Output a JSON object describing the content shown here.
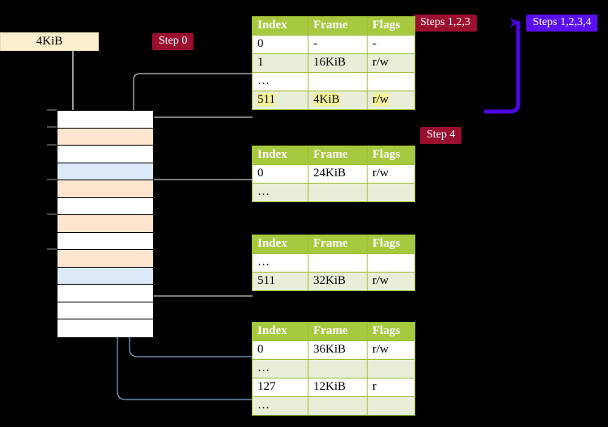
{
  "diagram": {
    "title_hidden": "",
    "memory": {
      "name": "physical-memory-column",
      "size_label": "4KiB",
      "rows": [
        {
          "fill": "white"
        },
        {
          "fill": "peach"
        },
        {
          "fill": "white"
        },
        {
          "fill": "blue"
        },
        {
          "fill": "peach"
        },
        {
          "fill": "white"
        },
        {
          "fill": "peach"
        },
        {
          "fill": "white"
        },
        {
          "fill": "peach"
        },
        {
          "fill": "blue"
        },
        {
          "fill": "white"
        },
        {
          "fill": "white"
        },
        {
          "fill": "white"
        }
      ]
    },
    "badges": [
      {
        "id": "step0",
        "label": "Step 0",
        "color": "#9b0f2e"
      },
      {
        "id": "steps123",
        "label": "Steps 1,2,3",
        "color": "#9b0f2e"
      },
      {
        "id": "steps1234",
        "label": "Steps 1,2,3,4",
        "color": "#5b0ff0"
      },
      {
        "id": "step4",
        "label": "Step 4",
        "color": "#9b0f2e"
      }
    ],
    "table_headers": [
      "Index",
      "Frame",
      "Flags"
    ],
    "tables": [
      {
        "id": "table-1",
        "rows": [
          {
            "index": "0",
            "frame": "-",
            "flags": "-",
            "alt": false,
            "highlight": false
          },
          {
            "index": "1",
            "frame": "16KiB",
            "flags": "r/w",
            "alt": true,
            "highlight": false
          },
          {
            "index": "…",
            "frame": "",
            "flags": "",
            "alt": false,
            "highlight": false
          },
          {
            "index": "511",
            "frame": "4KiB",
            "flags": "r/w",
            "alt": true,
            "highlight": true
          }
        ]
      },
      {
        "id": "table-2",
        "rows": [
          {
            "index": "0",
            "frame": "24KiB",
            "flags": "r/w",
            "alt": false,
            "highlight": false
          },
          {
            "index": "…",
            "frame": "",
            "flags": "",
            "alt": true,
            "highlight": false
          }
        ]
      },
      {
        "id": "table-3",
        "rows": [
          {
            "index": "…",
            "frame": "",
            "flags": "",
            "alt": false,
            "highlight": false
          },
          {
            "index": "511",
            "frame": "32KiB",
            "flags": "r/w",
            "alt": true,
            "highlight": false
          }
        ]
      },
      {
        "id": "table-4",
        "rows": [
          {
            "index": "0",
            "frame": "36KiB",
            "flags": "r/w",
            "alt": false,
            "highlight": false
          },
          {
            "index": "…",
            "frame": "",
            "flags": "",
            "alt": true,
            "highlight": false
          },
          {
            "index": "127",
            "frame": "12KiB",
            "flags": "r",
            "alt": false,
            "highlight": false
          },
          {
            "index": "…",
            "frame": "",
            "flags": "",
            "alt": true,
            "highlight": false
          }
        ]
      }
    ],
    "colors": {
      "header_green": "#a6c93f",
      "row_alt": "#e8eed8",
      "highlight_yellow": "#f5f59a",
      "mem_peach": "#fde5d0",
      "mem_blue": "#dce9f8",
      "badge_red": "#9b0f2e",
      "badge_violet": "#5b0ff0",
      "label_cream": "#fdeecd",
      "wire_gray": "#b0b0b0",
      "wire_blue": "#7da7d2",
      "arrow_gray": "#b8b8b8",
      "arrow_blue": "#4e74a8",
      "background": "#000000"
    }
  }
}
